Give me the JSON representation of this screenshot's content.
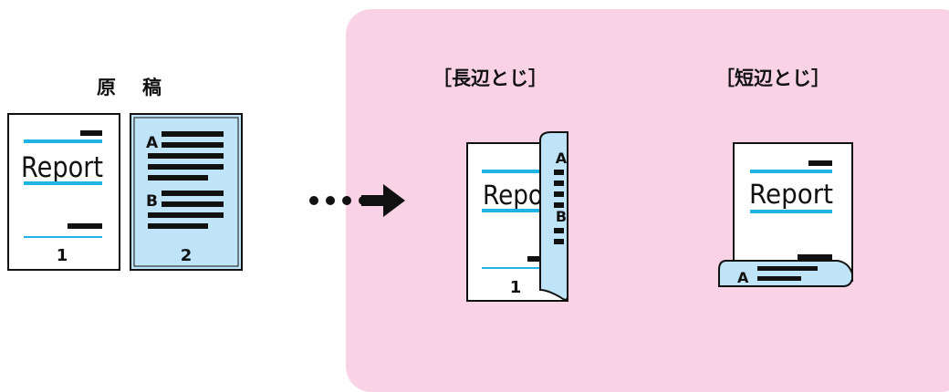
{
  "original": {
    "title": "原　稿",
    "page1": {
      "report_text": "Report",
      "page_number": "1"
    },
    "page2": {
      "marker_a": "A",
      "marker_b": "B",
      "page_number": "2"
    }
  },
  "long_edge": {
    "title": "［長辺とじ］",
    "report_text": "Repo",
    "page_number": "1",
    "marker_a": "A",
    "marker_b": "B"
  },
  "short_edge": {
    "title": "［短辺とじ］",
    "report_text": "Report",
    "marker_a": "A"
  },
  "colors": {
    "accent_line": "#20b4e4",
    "page2_fill": "#bfe3f7",
    "panel": "#f9d3e5",
    "ink": "#111111"
  },
  "icons": {
    "arrow": "dotted-right-arrow-icon"
  }
}
